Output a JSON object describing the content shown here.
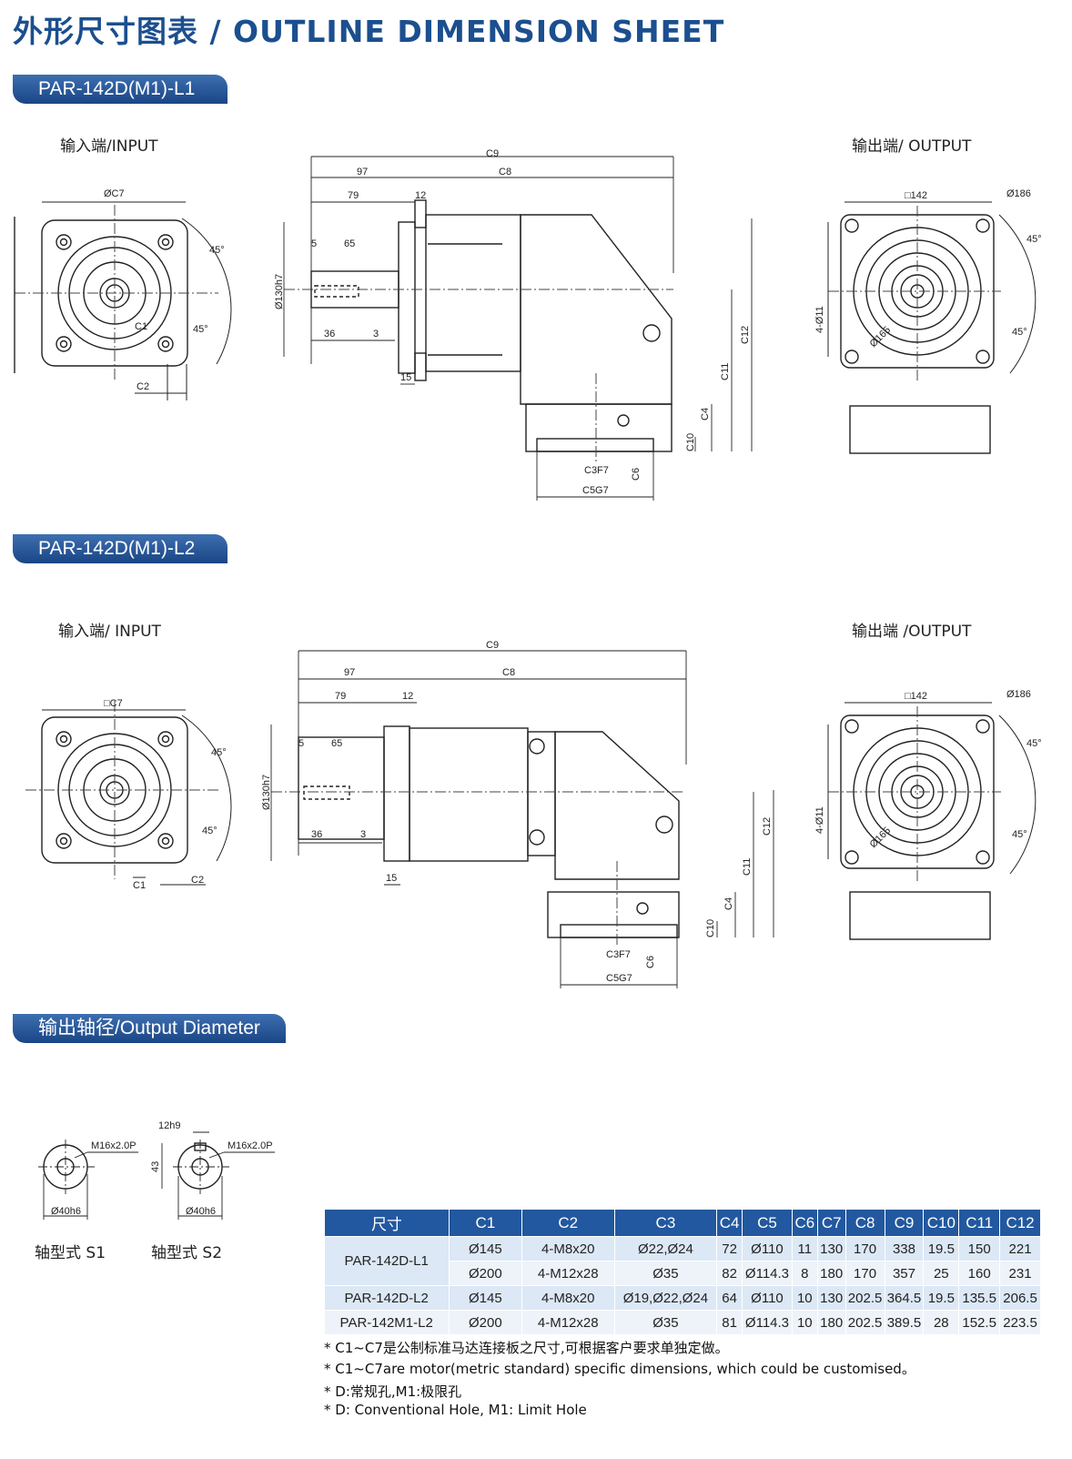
{
  "page_title": "外形尺寸图表 / OUTLINE DIMENSION SHEET",
  "sections": {
    "l1_title": "PAR-142D(M1)-L1",
    "l2_title": "PAR-142D(M1)-L2",
    "output_title": "输出轴径/Output Diameter"
  },
  "views": {
    "l1_input": "输入端/INPUT",
    "l1_output": "输出端/ OUTPUT",
    "l2_input": "输入端/ INPUT",
    "l2_output": "输出端 /OUTPUT"
  },
  "dims": {
    "c7_dia": "ØC7",
    "c7_sq": "□C7",
    "c1": "C1",
    "c2": "C2",
    "c9": "C9",
    "c8": "C8",
    "d97": "97",
    "d79": "79",
    "d12": "12",
    "d5": "5",
    "d65": "65",
    "d130": "Ø130h7",
    "d36": "36",
    "d3": "3",
    "d15": "15",
    "c12": "C12",
    "c11": "C11",
    "c4": "C4",
    "c10": "C10",
    "c3": "C3F7",
    "c6": "C6",
    "c5": "C5G7",
    "sq142": "□142",
    "d186": "Ø186",
    "a45": "45°",
    "h4d11": "4-Ø11",
    "d165": "Ø165",
    "m16": "M16x2.0P",
    "d40": "Ø40h6",
    "d12h9": "12h9",
    "d43": "43"
  },
  "shafts": {
    "s1": "轴型式 S1",
    "s2": "轴型式 S2"
  },
  "table": {
    "headers": [
      "尺寸",
      "C1",
      "C2",
      "C3",
      "C4",
      "C5",
      "C6",
      "C7",
      "C8",
      "C9",
      "C10",
      "C11",
      "C12"
    ],
    "rows": [
      {
        "model": "PAR-142D-L1",
        "cells": [
          "Ø145",
          "4-M8x20",
          "Ø22,Ø24",
          "72",
          "Ø110",
          "11",
          "130",
          "170",
          "338",
          "19.5",
          "150",
          "221"
        ]
      },
      {
        "model": "",
        "cells": [
          "Ø200",
          "4-M12x28",
          "Ø35",
          "82",
          "Ø114.3",
          "8",
          "180",
          "170",
          "357",
          "25",
          "160",
          "231"
        ]
      },
      {
        "model": "PAR-142D-L2",
        "cells": [
          "Ø145",
          "4-M8x20",
          "Ø19,Ø22,Ø24",
          "64",
          "Ø110",
          "10",
          "130",
          "202.5",
          "364.5",
          "19.5",
          "135.5",
          "206.5"
        ]
      },
      {
        "model": "PAR-142M1-L2",
        "cells": [
          "Ø200",
          "4-M12x28",
          "Ø35",
          "81",
          "Ø114.3",
          "10",
          "180",
          "202.5",
          "389.5",
          "28",
          "152.5",
          "223.5"
        ]
      }
    ]
  },
  "notes": [
    "* C1~C7是公制标准马达连接板之尺寸,可根据客户要求单独定做。",
    "* C1~C7are motor(metric standard)  specific dimensions, which could be customised。",
    "* D:常规孔,M1:极限孔",
    "* D: Conventional Hole, M1: Limit Hole"
  ]
}
